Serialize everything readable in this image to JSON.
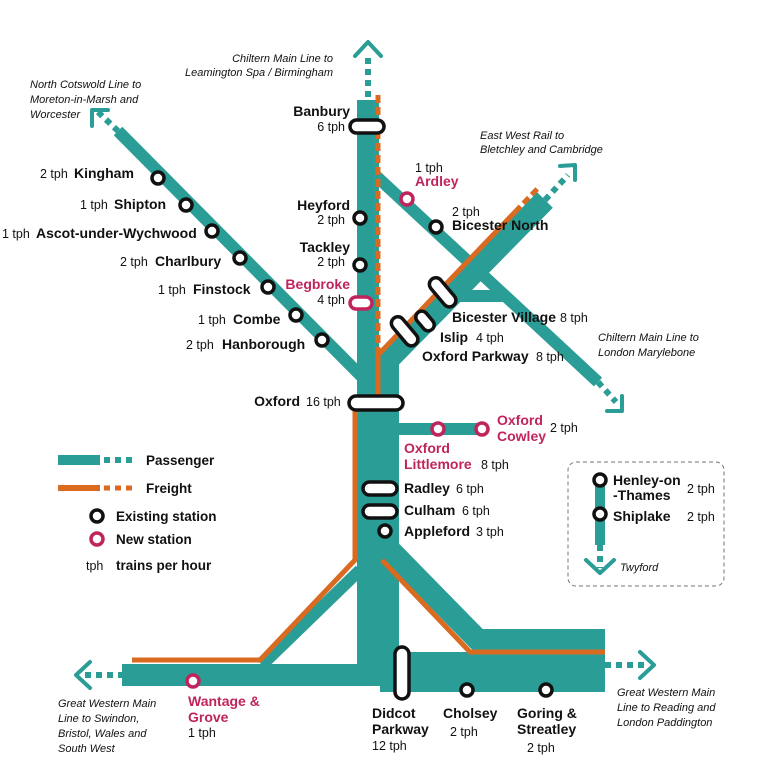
{
  "colors": {
    "passenger": "#2a9d96",
    "freight": "#d96a1f",
    "new_station": "#c0245c",
    "station": "#111111"
  },
  "destinations": {
    "chiltern_north": [
      "Chiltern Main Line to",
      "Leamington Spa / Birmingham"
    ],
    "cotswold": [
      "North Cotswold Line to",
      "Moreton-in-Marsh and",
      "Worcester"
    ],
    "ewr": [
      "East West Rail to",
      "Bletchley and Cambridge"
    ],
    "chiltern_south": [
      "Chiltern Main Line to",
      "London Marylebone"
    ],
    "gwml_west": [
      "Great Western Main",
      "Line to Swindon,",
      "Bristol, Wales and",
      "South West"
    ],
    "gwml_east": [
      "Great Western Main",
      "Line to Reading and",
      "London Paddington"
    ],
    "twyford": "Twyford"
  },
  "stations": {
    "banbury": {
      "name": "Banbury",
      "tph": "6 tph"
    },
    "kingham": {
      "name": "Kingham",
      "tph": "2 tph"
    },
    "shipton": {
      "name": "Shipton",
      "tph": "1 tph"
    },
    "ascot": {
      "name": "Ascot-under-Wychwood",
      "tph": "1 tph"
    },
    "charlbury": {
      "name": "Charlbury",
      "tph": "2 tph"
    },
    "finstock": {
      "name": "Finstock",
      "tph": "1 tph"
    },
    "combe": {
      "name": "Combe",
      "tph": "1 tph"
    },
    "hanborough": {
      "name": "Hanborough",
      "tph": "2 tph"
    },
    "heyford": {
      "name": "Heyford",
      "tph": "2 tph"
    },
    "tackley": {
      "name": "Tackley",
      "tph": "2 tph"
    },
    "begbroke": {
      "name": "Begbroke",
      "tph": "4 tph"
    },
    "ardley": {
      "name": "Ardley",
      "tph": "1 tph"
    },
    "bicester_north": {
      "name": "Bicester North",
      "tph": "2 tph"
    },
    "bicester_village": {
      "name": "Bicester Village",
      "tph": "8 tph"
    },
    "islip": {
      "name": "Islip",
      "tph": "4 tph"
    },
    "oxford_parkway": {
      "name": "Oxford Parkway",
      "tph": "8 tph"
    },
    "oxford": {
      "name": "Oxford",
      "tph": "16 tph"
    },
    "oxford_cowley": {
      "name": [
        "Oxford",
        "Cowley"
      ],
      "tph": "2 tph"
    },
    "oxford_littlemore": {
      "name": [
        "Oxford",
        "Littlemore"
      ],
      "tph": "8 tph"
    },
    "radley": {
      "name": "Radley",
      "tph": "6 tph"
    },
    "culham": {
      "name": "Culham",
      "tph": "6 tph"
    },
    "appleford": {
      "name": "Appleford",
      "tph": "3 tph"
    },
    "wantage": {
      "name": [
        "Wantage &",
        "Grove"
      ],
      "tph": "1 tph"
    },
    "didcot": {
      "name": [
        "Didcot",
        "Parkway"
      ],
      "tph": "12 tph"
    },
    "cholsey": {
      "name": "Cholsey",
      "tph": "2 tph"
    },
    "goring": {
      "name": [
        "Goring &",
        "Streatley"
      ],
      "tph": "2 tph"
    },
    "henley": {
      "name": [
        "Henley-on",
        "-Thames"
      ],
      "tph": "2 tph"
    },
    "shiplake": {
      "name": "Shiplake",
      "tph": "2 tph"
    }
  },
  "legend": {
    "passenger": "Passenger",
    "freight": "Freight",
    "existing": "Existing station",
    "new": "New station",
    "tph_abbr": "tph",
    "tph_desc": "trains per hour"
  }
}
